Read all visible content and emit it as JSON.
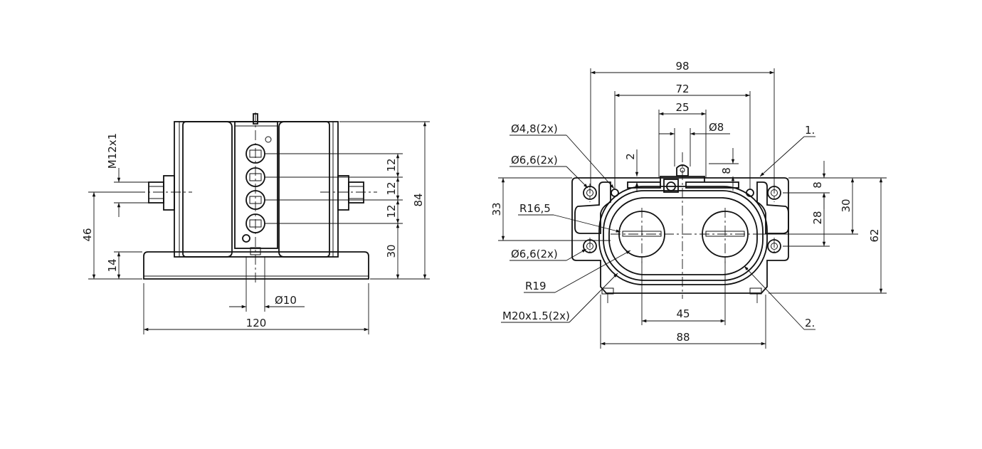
{
  "drawing": {
    "left_view": {
      "thread_label": "M12x1",
      "dim_width": "120",
      "dim_height_total": "84",
      "dim_axis_height": "46",
      "dim_base_height": "14",
      "dim_pitch_1": "12",
      "dim_pitch_2": "12",
      "dim_pitch_3": "12",
      "dim_lower": "30",
      "dim_bore": "Ø10"
    },
    "right_view": {
      "dim_overall_width": "98",
      "dim_hole_spacing": "72",
      "dim_slot": "25",
      "dim_pin_dia": "Ø8",
      "dim_pin_offset": "2",
      "dim_pin_height": "8",
      "callout_1": "Ø4,8(2x)",
      "callout_2": "Ø6,6(2x)",
      "callout_3": "R16,5",
      "callout_4": "Ø6,6(2x)",
      "callout_5": "R19",
      "callout_6": "M20x1.5(2x)",
      "dim_left_height": "33",
      "dim_right_top": "8",
      "dim_right_mid": "28",
      "dim_right_span": "30",
      "dim_right_total": "62",
      "dim_gland_spacing": "45",
      "dim_base_width": "88",
      "item_1": "1.",
      "item_2": "2."
    }
  }
}
